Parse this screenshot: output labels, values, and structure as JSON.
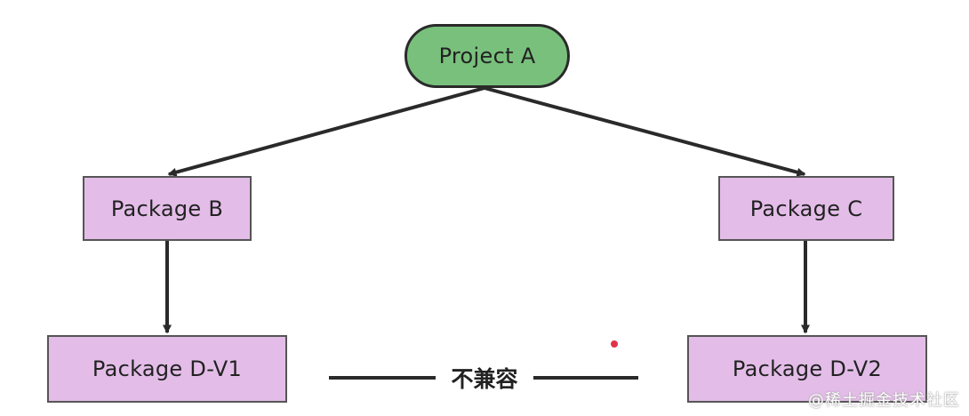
{
  "diagram": {
    "nodes": {
      "project_a": "Project A",
      "package_b": "Package B",
      "package_c": "Package C",
      "package_d_v1": "Package D-V1",
      "package_d_v2": "Package D-V2"
    },
    "edges": [
      {
        "from": "Project A",
        "to": "Package B"
      },
      {
        "from": "Project A",
        "to": "Package C"
      },
      {
        "from": "Package B",
        "to": "Package D-V1"
      },
      {
        "from": "Package C",
        "to": "Package D-V2"
      }
    ],
    "conflict_label": "不兼容"
  },
  "watermark": "@稀土掘金技术社区",
  "colors": {
    "project_fill": "#79c07c",
    "package_fill": "#e3bde8",
    "line": "#2a2a2a",
    "cursor_dot": "#e0334a"
  }
}
